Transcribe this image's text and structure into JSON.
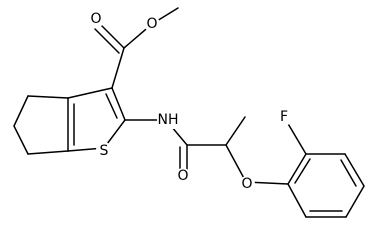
{
  "molecule": {
    "atom_labels": {
      "carbonyl_oxygen_ester": "O",
      "ester_oxygen": "O",
      "thiophene_sulfur": "S",
      "amide_nitrogen": "NH",
      "amide_oxygen": "O",
      "ether_oxygen": "O",
      "fluorine": "F"
    },
    "colors": {
      "bond": "#000000",
      "label": "#000000",
      "background": "#ffffff"
    }
  }
}
